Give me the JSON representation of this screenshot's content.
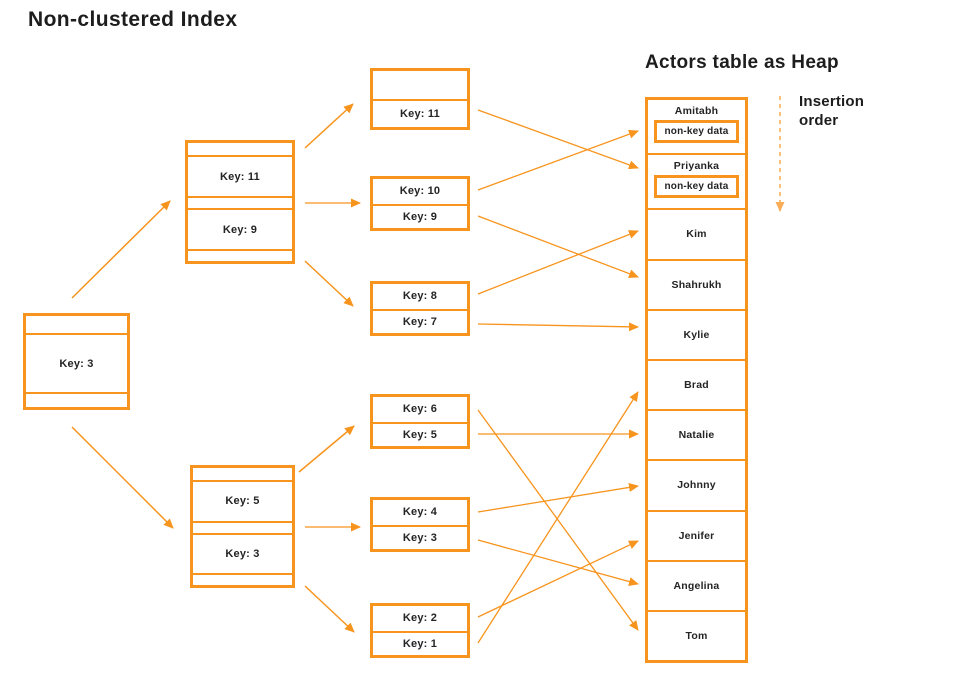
{
  "title": "Non-clustered Index",
  "heap": {
    "title": "Actors table as Heap",
    "insertion_order_label": "Insertion order",
    "non_key_data_label": "non-key data",
    "rows": [
      {
        "name": "Amitabh",
        "has_non_key_box": true
      },
      {
        "name": "Priyanka",
        "has_non_key_box": true
      },
      {
        "name": "Kim",
        "has_non_key_box": false
      },
      {
        "name": "Shahrukh",
        "has_non_key_box": false
      },
      {
        "name": "Kylie",
        "has_non_key_box": false
      },
      {
        "name": "Brad",
        "has_non_key_box": false
      },
      {
        "name": "Natalie",
        "has_non_key_box": false
      },
      {
        "name": "Johnny",
        "has_non_key_box": false
      },
      {
        "name": "Jenifer",
        "has_non_key_box": false
      },
      {
        "name": "Angelina",
        "has_non_key_box": false
      },
      {
        "name": "Tom",
        "has_non_key_box": false
      }
    ]
  },
  "tree": {
    "root": {
      "key": "Key: 3"
    },
    "internal_nodes": [
      {
        "keys": [
          "Key: 11",
          "Key: 9"
        ]
      },
      {
        "keys": [
          "Key: 5",
          "Key: 3"
        ]
      }
    ],
    "leaf_nodes": [
      {
        "cells": [
          "",
          "Key: 11"
        ]
      },
      {
        "cells": [
          "Key: 10",
          "Key: 9"
        ]
      },
      {
        "cells": [
          "Key: 8",
          "Key: 7"
        ]
      },
      {
        "cells": [
          "Key: 6",
          "Key: 5"
        ]
      },
      {
        "cells": [
          "Key: 4",
          "Key: 3"
        ]
      },
      {
        "cells": [
          "Key: 2",
          "Key: 1"
        ]
      }
    ]
  },
  "links": {
    "root_to_internal": [
      {
        "from": "Key: 3 (root)",
        "to": "internal node [Key: 11, Key: 9]"
      },
      {
        "from": "Key: 3 (root)",
        "to": "internal node [Key: 5, Key: 3]"
      }
    ],
    "internal_to_leaf": [
      {
        "from": "internal [11,9]",
        "to": "leaf [_,11]"
      },
      {
        "from": "internal [11,9]",
        "to": "leaf [10,9]"
      },
      {
        "from": "internal [11,9]",
        "to": "leaf [8,7]"
      },
      {
        "from": "internal [5,3]",
        "to": "leaf [6,5]"
      },
      {
        "from": "internal [5,3]",
        "to": "leaf [4,3]"
      },
      {
        "from": "internal [5,3]",
        "to": "leaf [2,1]"
      }
    ],
    "key_to_heap": [
      {
        "key": "Key: 11",
        "actor": "Priyanka"
      },
      {
        "key": "Key: 10",
        "actor": "Amitabh"
      },
      {
        "key": "Key: 9",
        "actor": "Shahrukh"
      },
      {
        "key": "Key: 8",
        "actor": "Kim"
      },
      {
        "key": "Key: 7",
        "actor": "Kylie"
      },
      {
        "key": "Key: 6",
        "actor": "Tom"
      },
      {
        "key": "Key: 5",
        "actor": "Natalie"
      },
      {
        "key": "Key: 4",
        "actor": "Johnny"
      },
      {
        "key": "Key: 3",
        "actor": "Angelina"
      },
      {
        "key": "Key: 2",
        "actor": "Jenifer"
      },
      {
        "key": "Key: 1",
        "actor": "Brad"
      }
    ]
  },
  "colors": {
    "accent": "#F7941D",
    "accent_light": "#F9AE5A",
    "text": "#1D1D1D",
    "background": "#FFFFFF"
  }
}
